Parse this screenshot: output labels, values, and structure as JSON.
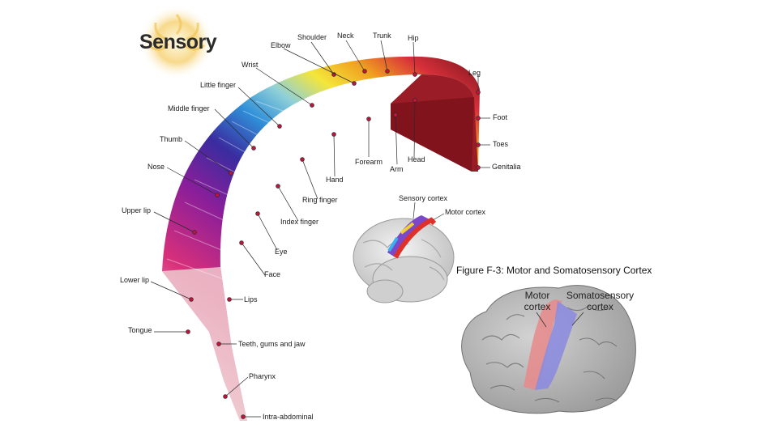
{
  "title": "Sensory",
  "homunculus_labels": {
    "shoulder": "Shoulder",
    "neck": "Neck",
    "trunk": "Trunk",
    "hip": "Hip",
    "elbow": "Elbow",
    "wrist": "Wrist",
    "little_finger": "Little finger",
    "middle_finger": "Middle finger",
    "thumb": "Thumb",
    "nose": "Nose",
    "upper_lip": "Upper lip",
    "lower_lip": "Lower lip",
    "tongue": "Tongue",
    "leg": "Leg",
    "foot": "Foot",
    "toes": "Toes",
    "genitalia": "Genitalia",
    "forearm": "Forearm",
    "arm": "Arm",
    "head": "Head",
    "hand": "Hand",
    "ring_finger": "Ring finger",
    "index_finger": "Index finger",
    "eye": "Eye",
    "face": "Face",
    "lips": "Lips",
    "teeth_gums_jaw": "Teeth, gums and jaw",
    "pharynx": "Pharynx",
    "intra_abdominal": "Intra-abdominal"
  },
  "brain_inset": {
    "sensory_cortex": "Sensory cortex",
    "motor_cortex": "Motor cortex"
  },
  "figure": {
    "caption": "Figure F-3: Motor and Somatosensory Cortex",
    "motor_line1": "Motor",
    "motor_line2": "cortex",
    "soma_line1": "Somatosensory",
    "soma_line2": "cortex"
  },
  "colors": {
    "motor": "#e88a8a",
    "somatosensory": "#8a8ae0",
    "brain": "#b9b9b9"
  }
}
